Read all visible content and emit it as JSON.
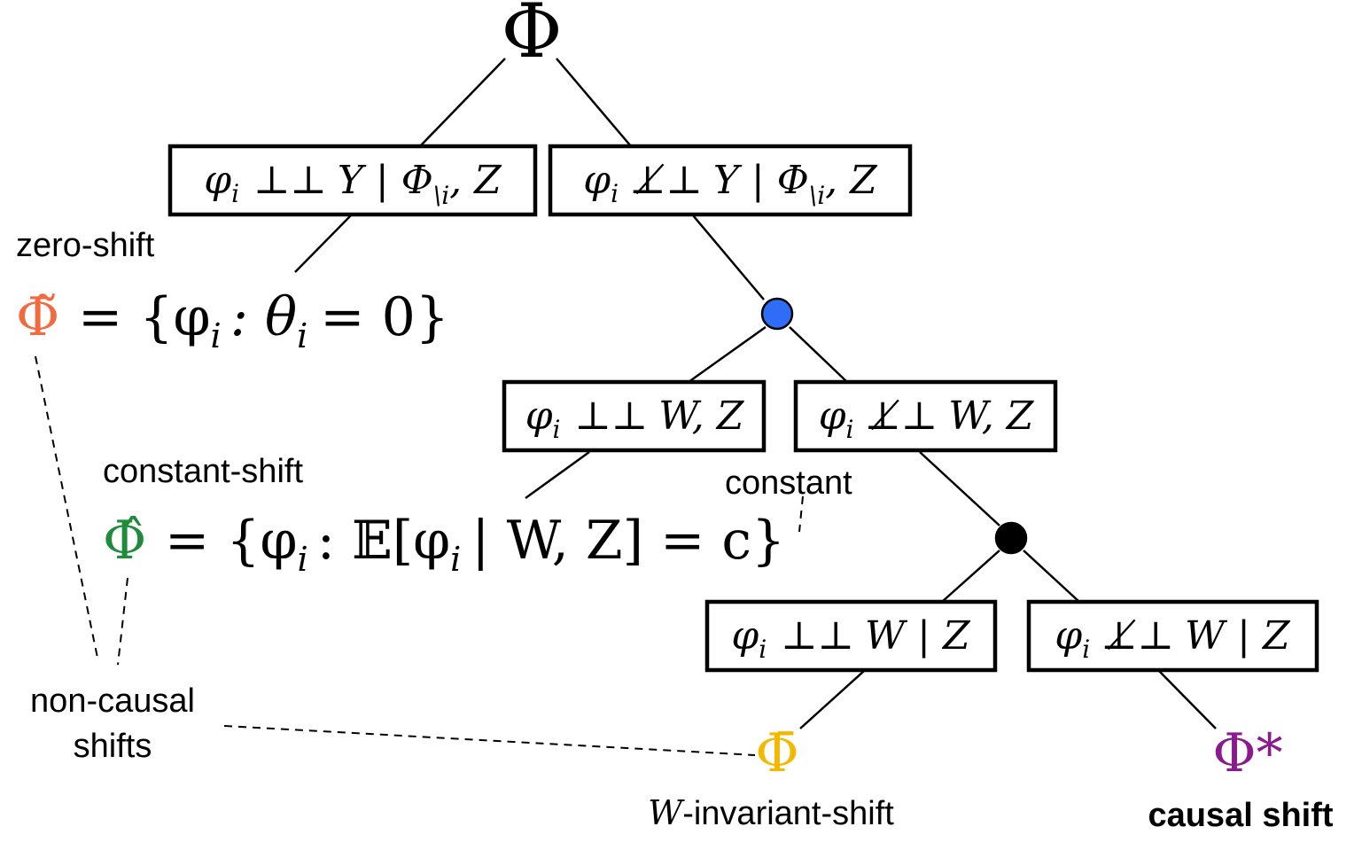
{
  "root": {
    "symbol": "Φ"
  },
  "colors": {
    "zero_shift": "#F26A3F",
    "constant_shift": "#1E8C3A",
    "w_invariant": "#F5B800",
    "causal": "#8B1A8F",
    "node_blue": "#2F6DF6",
    "node_black": "#000000"
  },
  "level1": {
    "left_box": {
      "phi": "φ",
      "sub_i": "i",
      "rel": "⊥⊥",
      "rest": "Y | Φ",
      "sub": "\\i",
      "tail": ", Z"
    },
    "right_box": {
      "phi": "φ",
      "sub_i": "i",
      "rel": "⊥̸⊥",
      "rest": "Y | Φ",
      "sub": "\\i",
      "tail": ", Z"
    }
  },
  "zero_shift": {
    "label": "zero-shift",
    "symbol": "Φ̃",
    "eq": "= {φ",
    "eq_sub": "i",
    "eq2": ": θ",
    "eq2_sub": "i",
    "eq3": "= 0}"
  },
  "level2": {
    "left_box": {
      "phi": "φ",
      "sub_i": "i",
      "rel": "⊥⊥",
      "rest": "W, Z"
    },
    "right_box": {
      "phi": "φ",
      "sub_i": "i",
      "rel": "⊥̸⊥",
      "rest": "W, Z"
    }
  },
  "constant_shift": {
    "label": "constant-shift",
    "constant_label": "constant",
    "symbol": "Φ̂",
    "eq": "= {φ",
    "eq_sub": "i",
    "eq2": ": 𝔼[φ",
    "eq2_sub": "i",
    "eq3": "| W, Z] = c}"
  },
  "level3": {
    "left_box": {
      "phi": "φ",
      "sub_i": "i",
      "rel": "⊥⊥",
      "rest": "W | Z"
    },
    "right_box": {
      "phi": "φ",
      "sub_i": "i",
      "rel": "⊥̸⊥",
      "rest": "W | Z"
    }
  },
  "w_invariant": {
    "symbol": "Φ̄",
    "label_var": "W",
    "label_rest": "-invariant-shift"
  },
  "causal": {
    "symbol": "Φ*",
    "label": "causal shift"
  },
  "non_causal": {
    "line1": "non-causal",
    "line2": "shifts"
  }
}
